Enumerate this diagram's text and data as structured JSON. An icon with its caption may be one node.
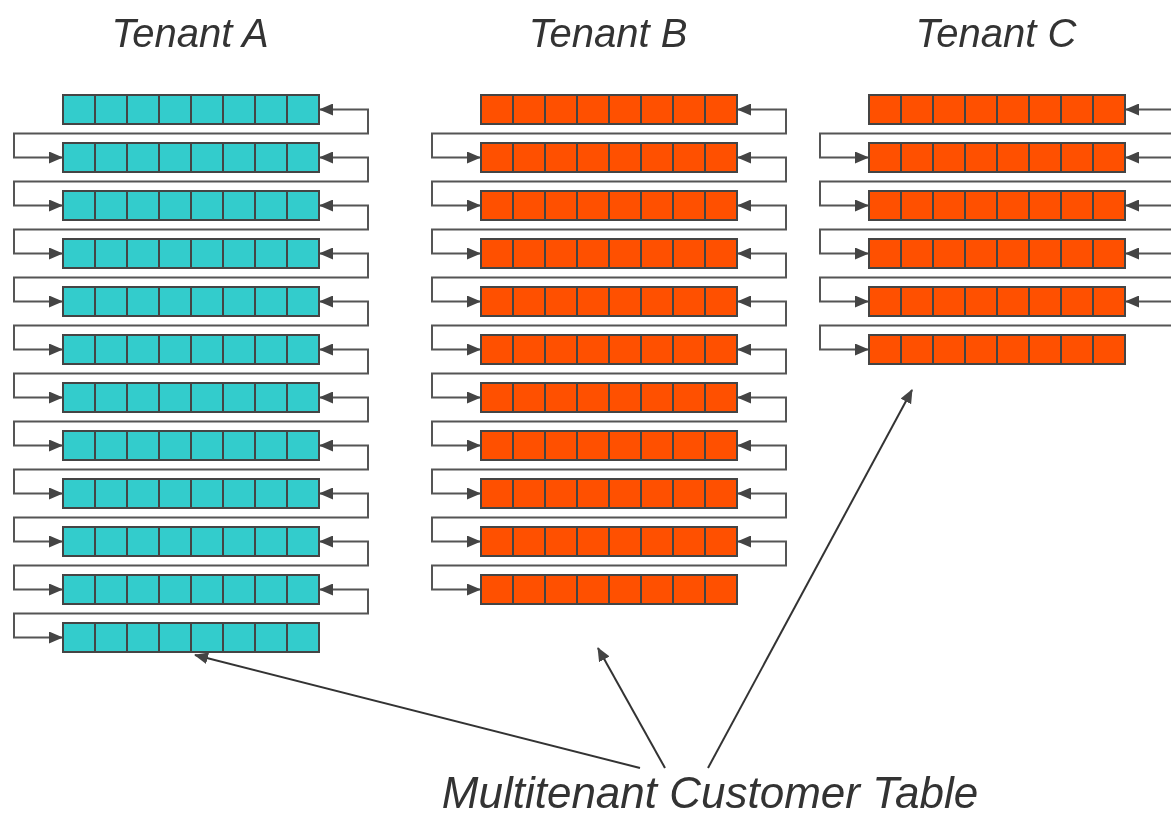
{
  "diagram": {
    "nodes": [
      {
        "text": [
          "Tenant A"
        ]
      },
      {
        "text": [],
        "shape": "bar",
        "in": 0
      },
      {
        "text": [],
        "shape": "bar",
        "in": 0
      },
      {
        "text": [],
        "shape": "bar",
        "in": 0
      },
      {
        "text": [],
        "shape": "bar",
        "in": 0
      },
      {
        "text": [],
        "shape": "bar",
        "in": 0
      },
      {
        "text": [],
        "shape": "bar",
        "in": 0
      },
      {
        "text": [],
        "shape": "bar",
        "in": 0
      },
      {
        "text": [],
        "shape": "bar",
        "in": 0
      },
      {
        "text": [],
        "shape": "bar",
        "in": 0
      },
      {
        "text": [],
        "shape": "bar",
        "in": 0
      },
      {
        "text": [],
        "shape": "bar",
        "in": 0
      },
      {
        "text": [],
        "shape": "bar",
        "in": 0
      },
      {
        "text": [
          "Tenant B"
        ]
      },
      {
        "text": [],
        "shape": "bar",
        "in": 13
      },
      {
        "text": [],
        "shape": "bar",
        "in": 13
      },
      {
        "text": [],
        "shape": "bar",
        "in": 13
      },
      {
        "text": [],
        "shape": "bar",
        "in": 13
      },
      {
        "text": [],
        "shape": "bar",
        "in": 13
      },
      {
        "text": [],
        "shape": "bar",
        "in": 13
      },
      {
        "text": [],
        "shape": "bar",
        "in": 13
      },
      {
        "text": [],
        "shape": "bar",
        "in": 13
      },
      {
        "text": [],
        "shape": "bar",
        "in": 13
      },
      {
        "text": [],
        "shape": "bar",
        "in": 13
      },
      {
        "text": [],
        "shape": "bar",
        "in": 13
      },
      {
        "text": [
          "Tenant C"
        ]
      },
      {
        "text": [],
        "shape": "bar",
        "in": 25
      },
      {
        "text": [],
        "shape": "bar",
        "in": 25
      },
      {
        "text": [],
        "shape": "bar",
        "in": 25
      },
      {
        "text": [],
        "shape": "bar",
        "in": 25
      },
      {
        "text": [],
        "shape": "bar",
        "in": 25
      },
      {
        "text": [],
        "shape": "bar",
        "in": 25
      },
      {
        "text": [
          "Multitenant Customer Table"
        ]
      }
    ],
    "edges": [
      {
        "from": 1,
        "to": 2,
        "arrow": "both"
      },
      {
        "from": 2,
        "to": 3,
        "arrow": "both"
      },
      {
        "from": 3,
        "to": 4,
        "arrow": "both"
      },
      {
        "from": 4,
        "to": 5,
        "arrow": "both"
      },
      {
        "from": 5,
        "to": 6,
        "arrow": "both"
      },
      {
        "from": 6,
        "to": 7,
        "arrow": "both"
      },
      {
        "from": 7,
        "to": 8,
        "arrow": "both"
      },
      {
        "from": 8,
        "to": 9,
        "arrow": "both"
      },
      {
        "from": 9,
        "to": 10,
        "arrow": "both"
      },
      {
        "from": 10,
        "to": 11,
        "arrow": "both"
      },
      {
        "from": 11,
        "to": 12,
        "arrow": "both"
      },
      {
        "from": 14,
        "to": 15,
        "arrow": "both"
      },
      {
        "from": 15,
        "to": 16,
        "arrow": "both"
      },
      {
        "from": 16,
        "to": 17,
        "arrow": "both"
      },
      {
        "from": 17,
        "to": 18,
        "arrow": "both"
      },
      {
        "from": 18,
        "to": 19,
        "arrow": "both"
      },
      {
        "from": 19,
        "to": 20,
        "arrow": "both"
      },
      {
        "from": 20,
        "to": 21,
        "arrow": "both"
      },
      {
        "from": 21,
        "to": 22,
        "arrow": "both"
      },
      {
        "from": 22,
        "to": 23,
        "arrow": "both"
      },
      {
        "from": 23,
        "to": 24,
        "arrow": "both"
      },
      {
        "from": 26,
        "to": 27,
        "arrow": "both"
      },
      {
        "from": 27,
        "to": 28,
        "arrow": "both"
      },
      {
        "from": 28,
        "to": 29,
        "arrow": "both"
      },
      {
        "from": 29,
        "to": 30,
        "arrow": "both"
      },
      {
        "from": 30,
        "to": 31,
        "arrow": "both"
      },
      {
        "from": 32,
        "to": 0,
        "arrow": "to"
      },
      {
        "from": 32,
        "to": 13,
        "arrow": "to"
      },
      {
        "from": 32,
        "to": 25,
        "arrow": "to"
      }
    ]
  }
}
